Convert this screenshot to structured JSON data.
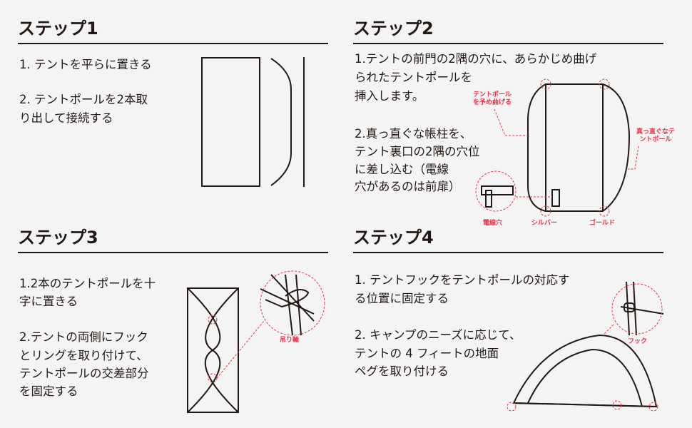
{
  "colors": {
    "text": "#231815",
    "accent": "#e8334a",
    "background": "#f4f4f4"
  },
  "step1": {
    "title": "ステップ1",
    "lines": [
      "1. テントを平らに置きる",
      "2. テントポールを2本取",
      "り出して接続する"
    ]
  },
  "step2": {
    "title": "ステップ2",
    "lines": [
      "1.テントの前門の2隅の穴に、あらかじめ曲げ",
      "られたテントポールを",
      "挿入します。",
      "2.真っ直ぐな帳柱を、",
      "テント裏口の2隅の穴位",
      "に差し込む（電線",
      "穴があるのは前扉）"
    ],
    "labels": {
      "bent_pole_1": "テントポール",
      "bent_pole_2": "を予め曲げる",
      "straight_1": "真っ直ぐなテ",
      "straight_2": "ントポール",
      "cable_hole": "電線穴",
      "silver": "シルバー",
      "gold": "ゴールド"
    }
  },
  "step3": {
    "title": "ステップ3",
    "lines": [
      "1.2本のテントポールを十",
      "字に置きる",
      "2.テントの両側にフック",
      "とリングを取り付けて、",
      "テントポールの交差部分",
      "を固定する"
    ],
    "labels": {
      "ring": "吊り輪"
    }
  },
  "step4": {
    "title": "ステップ4",
    "lines": [
      "1. テントフックをテントポールの対応す",
      "る位置に固定する",
      "2. キャンプのニーズに応じて、",
      "テントの 4 フィートの地面",
      "ペグを取り付ける"
    ],
    "labels": {
      "hook": "フック"
    }
  }
}
